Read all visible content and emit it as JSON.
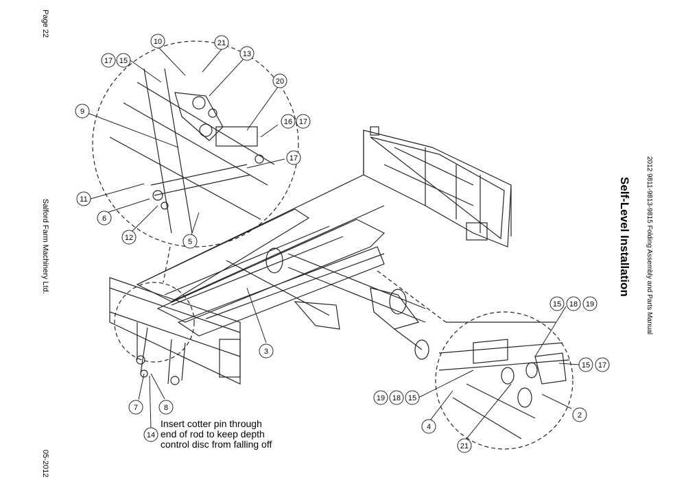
{
  "page": {
    "page_number": "Page 22",
    "company": "Salford Farm Machinery Ltd.",
    "date": "05-2012",
    "manual_title": "2012 9811-9813-9815 Folding Assembly and Parts Manual",
    "section_title": "Self-Level Installation"
  },
  "note": {
    "line1": "Insert cotter pin through",
    "line2": "end of rod to keep depth",
    "line3": "control disc from falling off"
  },
  "callouts": [
    {
      "id": "c-17a",
      "label": "17"
    },
    {
      "id": "c-15a",
      "label": "15"
    },
    {
      "id": "c-10",
      "label": "10"
    },
    {
      "id": "c-21a",
      "label": "21"
    },
    {
      "id": "c-13",
      "label": "13"
    },
    {
      "id": "c-20",
      "label": "20"
    },
    {
      "id": "c-9",
      "label": "9"
    },
    {
      "id": "c-16",
      "label": "16"
    },
    {
      "id": "c-17b",
      "label": "17"
    },
    {
      "id": "c-17c",
      "label": "17"
    },
    {
      "id": "c-11",
      "label": "11"
    },
    {
      "id": "c-6",
      "label": "6"
    },
    {
      "id": "c-12",
      "label": "12"
    },
    {
      "id": "c-5",
      "label": "5"
    },
    {
      "id": "c-3",
      "label": "3"
    },
    {
      "id": "c-7",
      "label": "7"
    },
    {
      "id": "c-8",
      "label": "8"
    },
    {
      "id": "c-14",
      "label": "14"
    },
    {
      "id": "c-15b",
      "label": "15"
    },
    {
      "id": "c-18a",
      "label": "18"
    },
    {
      "id": "c-19a",
      "label": "19"
    },
    {
      "id": "c-15c",
      "label": "15"
    },
    {
      "id": "c-17d",
      "label": "17"
    },
    {
      "id": "c-19b",
      "label": "19"
    },
    {
      "id": "c-18b",
      "label": "18"
    },
    {
      "id": "c-15d",
      "label": "15"
    },
    {
      "id": "c-4",
      "label": "4"
    },
    {
      "id": "c-2",
      "label": "2"
    },
    {
      "id": "c-21b",
      "label": "21"
    }
  ]
}
